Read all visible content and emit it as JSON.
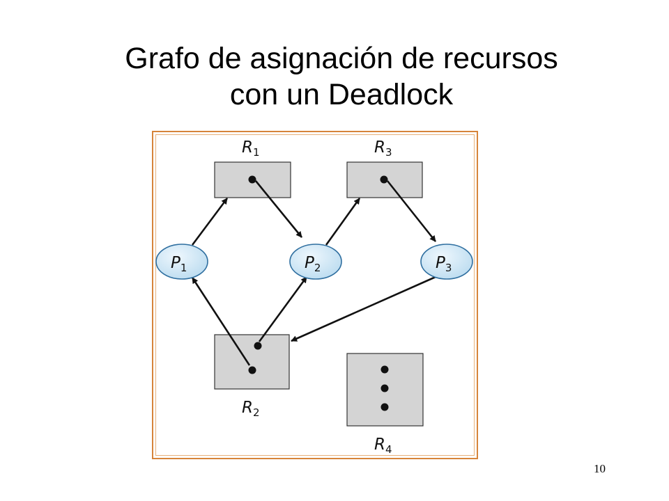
{
  "title": {
    "line1": "Grafo de asignación de recursos",
    "line2": "con un Deadlock"
  },
  "page_number": "10",
  "diagram": {
    "processes": [
      {
        "id": "P1",
        "letter": "P",
        "sub": "1"
      },
      {
        "id": "P2",
        "letter": "P",
        "sub": "2"
      },
      {
        "id": "P3",
        "letter": "P",
        "sub": "3"
      }
    ],
    "resources": [
      {
        "id": "R1",
        "letter": "R",
        "sub": "1",
        "instances": 1
      },
      {
        "id": "R2",
        "letter": "R",
        "sub": "2",
        "instances": 2
      },
      {
        "id": "R3",
        "letter": "R",
        "sub": "3",
        "instances": 1
      },
      {
        "id": "R4",
        "letter": "R",
        "sub": "4",
        "instances": 3
      }
    ],
    "edges": [
      {
        "from": "P1",
        "to": "R1",
        "kind": "request"
      },
      {
        "from": "R1",
        "to": "P2",
        "kind": "assignment"
      },
      {
        "from": "P2",
        "to": "R3",
        "kind": "request"
      },
      {
        "from": "R3",
        "to": "P3",
        "kind": "assignment"
      },
      {
        "from": "P3",
        "to": "R2",
        "kind": "request"
      },
      {
        "from": "R2",
        "to": "P1",
        "kind": "assignment"
      },
      {
        "from": "R2",
        "to": "P2",
        "kind": "assignment"
      }
    ],
    "colors": {
      "process_fill": "#cfe6f5",
      "process_stroke": "#2f6fa0",
      "resource_fill": "#d4d4d4",
      "frame": "#d6843a"
    }
  }
}
